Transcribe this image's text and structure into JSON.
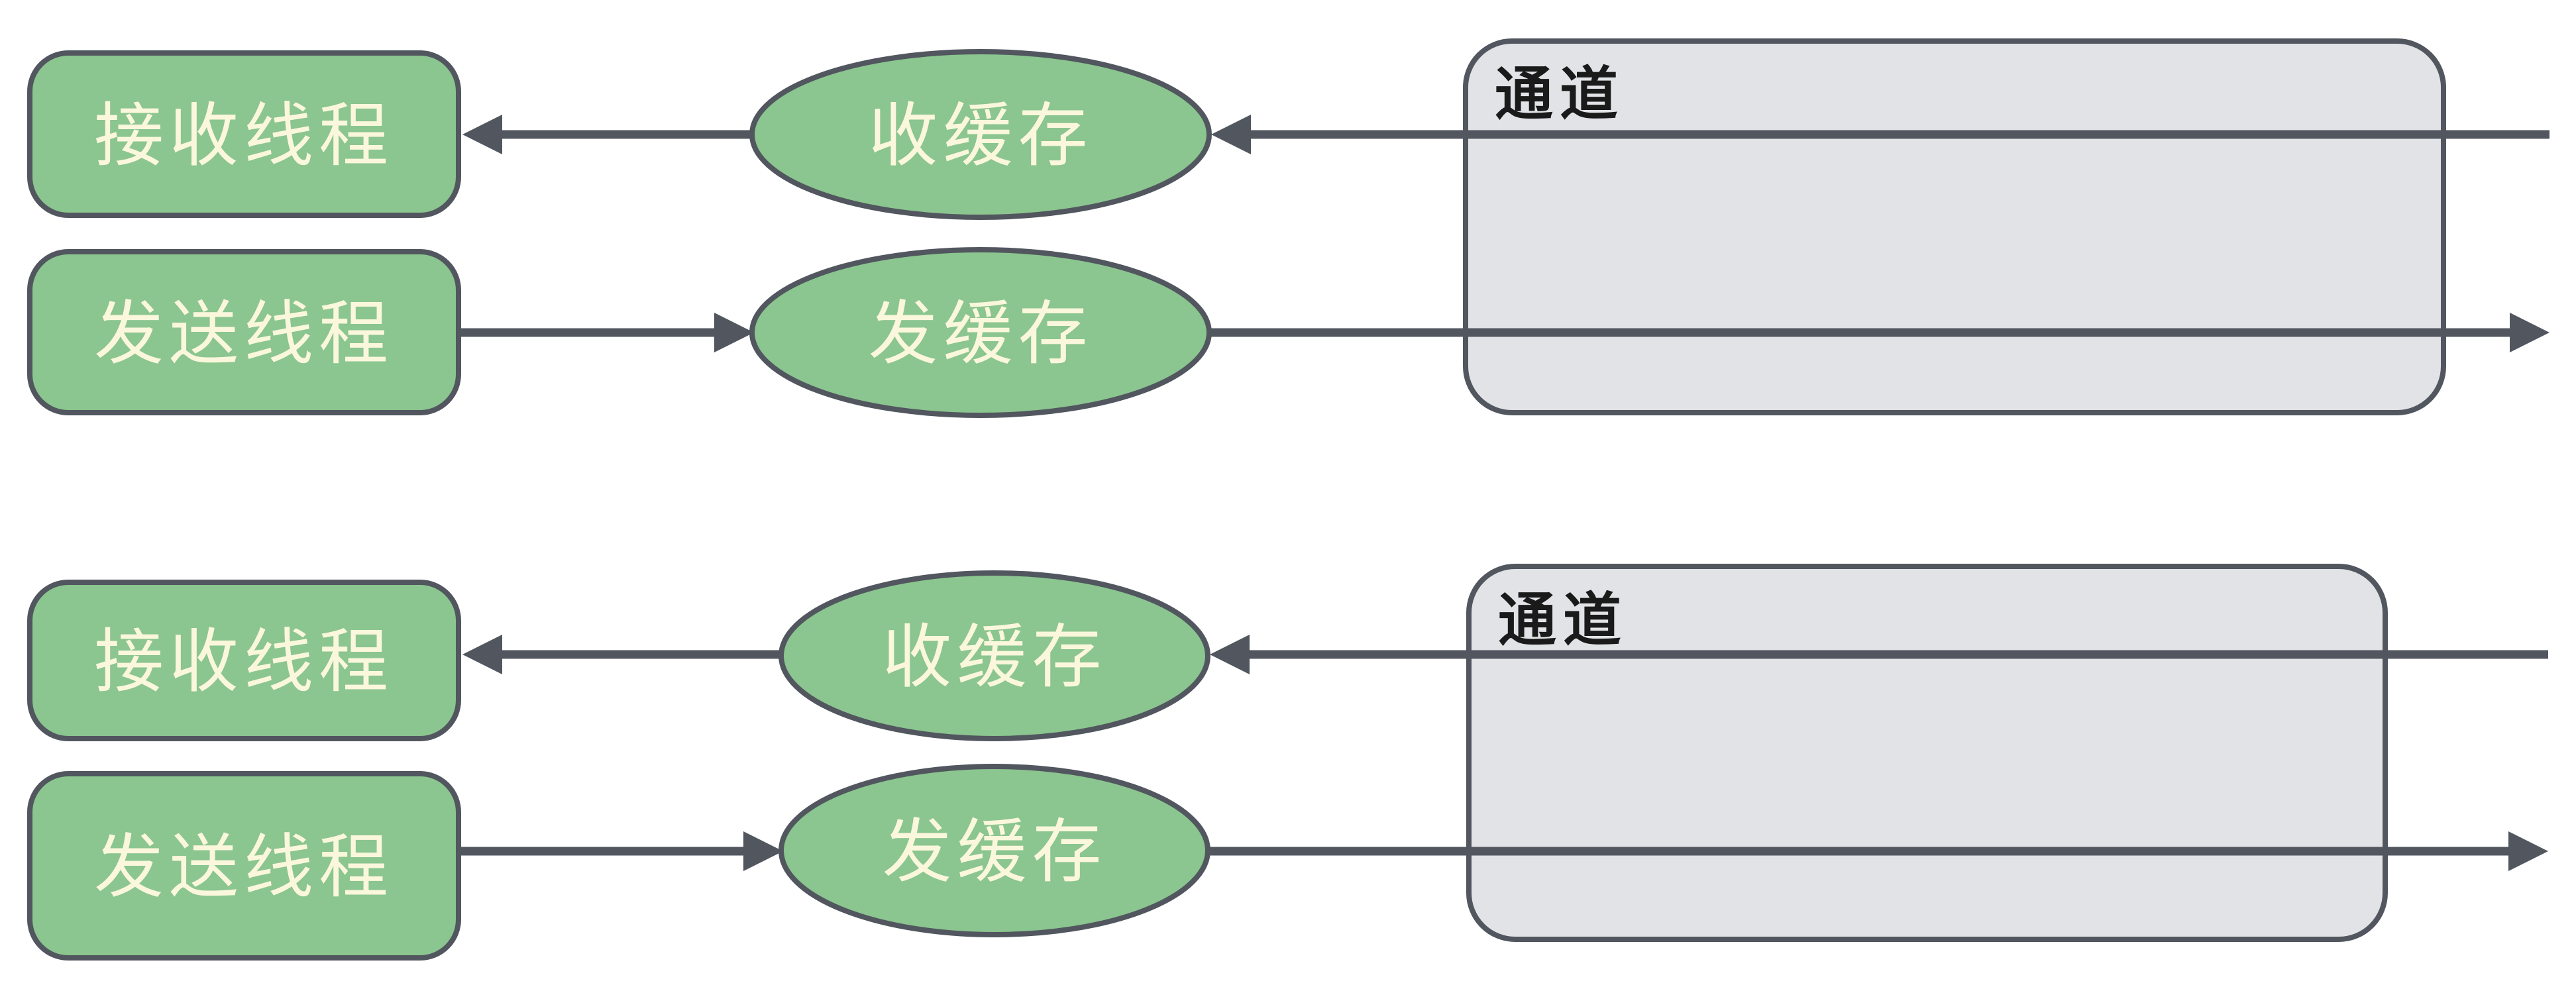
{
  "theme": {
    "page_bg": "#ffffff",
    "shape_green": "#8bc58f",
    "shape_text": "#faf7dc",
    "channel_gray": "#e2e3e6",
    "channel_text": "#1a1a1a",
    "stroke": "#51565f"
  },
  "diagram": {
    "groups": [
      {
        "receive_thread": "接收线程",
        "send_thread": "发送线程",
        "receive_buffer": "收缓存",
        "send_buffer": "发缓存",
        "channel_label": "通道"
      },
      {
        "receive_thread": "接收线程",
        "send_thread": "发送线程",
        "receive_buffer": "收缓存",
        "send_buffer": "发缓存",
        "channel_label": "通道"
      }
    ]
  }
}
